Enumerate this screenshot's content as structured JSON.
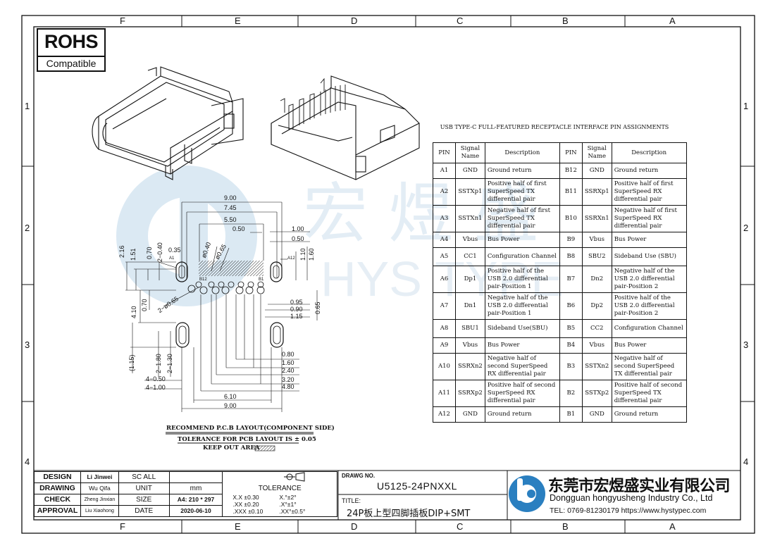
{
  "zones_top": [
    "F",
    "E",
    "D",
    "C",
    "B",
    "A"
  ],
  "zones_side": [
    "1",
    "2",
    "3",
    "4"
  ],
  "rohs": {
    "title": "ROHS",
    "subtitle": "Compatible"
  },
  "dimensions": {
    "d900": "9.00",
    "d745": "7.45",
    "d550": "5.50",
    "d050": "0.50",
    "d100": "1.00",
    "d050b": "0.50",
    "d035": "0.35",
    "d216": "2.16",
    "d151": "1.51",
    "d070": "0.70",
    "d2040": "2−0.40",
    "d040": "ø0.40",
    "d065": "ø0.65",
    "d110": "1.10",
    "d160": "1.60",
    "a1": "A1",
    "a12": "A12",
    "b12": "B12",
    "b1": "B1",
    "d410": "4.10",
    "d070b": "0.70",
    "d2065": "2−ø0.65",
    "d095": "0.95",
    "d090": "0.90",
    "d115": "1.15",
    "d065b": "0.65",
    "d115p": "(1.15)",
    "d2180": "2−1.80",
    "d2130": "2−1.30",
    "d4050": "4−0.50",
    "d4100": "4−1.00",
    "d080": "0.80",
    "d160b": "1.60",
    "d240": "2.40",
    "d320": "3.20",
    "d480": "4.80",
    "d610": "6.10",
    "d900b": "9.00"
  },
  "notes": {
    "line1": "RECOMMEND P.C.B LAYOUT(COMPONENT SIDE)",
    "line2": "TOLERANCE FOR PCB LAYOUT IS ± 0.05",
    "line3": "KEEP OUT AREA"
  },
  "pin_table": {
    "title": "USB TYPE-C FULL-FEATURED RECEPTACLE INTERFACE PIN ASSIGNMENTS",
    "headers": [
      "PIN",
      "Signal Name",
      "Description",
      "PIN",
      "Signal Name",
      "Description"
    ],
    "rows": [
      [
        "A1",
        "GND",
        "Ground return",
        "B12",
        "GND",
        "Ground return"
      ],
      [
        "A2",
        "SSTXp1",
        "Positive half of first SuperSpeed TX differential pair",
        "B11",
        "SSRXp1",
        "Positive half of first SuperSpeed RX differential pair"
      ],
      [
        "A3",
        "SSTXn1",
        "Negative half of first SuperSpeed TX differential pair",
        "B10",
        "SSRXn1",
        "Negative half of first SuperSpeed RX differential pair"
      ],
      [
        "A4",
        "Vbus",
        "Bus Power",
        "B9",
        "Vbus",
        "Bus Power"
      ],
      [
        "A5",
        "CC1",
        "Configuration Channel",
        "B8",
        "SBU2",
        "Sideband Use (SBU)"
      ],
      [
        "A6",
        "Dp1",
        "Positive half of the USB 2.0 differential pair-Position 1",
        "B7",
        "Dn2",
        "Negative half of the USB 2.0 differential pair-Position 2"
      ],
      [
        "A7",
        "Dn1",
        "Negative half of the USB 2.0 differential pair-Position 1",
        "B6",
        "Dp2",
        "Positive half of the USB 2.0 differential pair-Position 2"
      ],
      [
        "A8",
        "SBU1",
        "Sideband Use(SBU)",
        "B5",
        "CC2",
        "Configuration Channel"
      ],
      [
        "A9",
        "Vbus",
        "Bus Power",
        "B4",
        "Vbus",
        "Bus Power"
      ],
      [
        "A10",
        "SSRXn2",
        "Negative half of second SuperSpeed RX differential pair",
        "B3",
        "SSTXn2",
        "Negative half of second SuperSpeed TX differential pair"
      ],
      [
        "A11",
        "SSRXp2",
        "Positive half of second SuperSpeed RX differential pair",
        "B2",
        "SSTXp2",
        "Positive half of second SuperSpeed TX differential pair"
      ],
      [
        "A12",
        "GND",
        "Ground return",
        "B1",
        "GND",
        "Ground return"
      ]
    ]
  },
  "title_block": {
    "design_label": "DESIGN",
    "design_name": "Li Jinwei",
    "scale_label": "SC ALL",
    "drawing_label": "DRAWING",
    "drawing_name": "Wu Qifa",
    "unit_label": "UNIT",
    "unit_value": "mm",
    "check_label": "CHECK",
    "check_name": "Zheng Jinxian",
    "size_label": "SIZE",
    "size_value": "A4: 210 * 297",
    "approval_label": "APPROVAL",
    "approval_name": "Liu Xiaohong",
    "date_label": "DATE",
    "date_value": "2020-06-10",
    "tolerance_label": "TOLERANCE",
    "tol_rows": [
      [
        "X.X  ±0.30",
        "X.°±2°"
      ],
      [
        ".XX  ±0.20",
        ".X°±1°"
      ],
      [
        ".XXX  ±0.10",
        ".XX°±0.5°"
      ]
    ],
    "drawing_no_label": "DRAWG NO.",
    "drawing_no": "U5125-24PNXXL",
    "title_label": "TITLE:",
    "title": "24P板上型四脚插板DIP+SMT",
    "company_cn": "东莞市宏煜盛实业有限公司",
    "company_en": "Dongguan hongyusheng Industry Co., Ltd",
    "company_tel": "TEL: 0769-81230179  https://www.hystypec.com"
  },
  "colors": {
    "line": "#111111",
    "watermark": "#dbe9f3",
    "logo_blue": "#2a7fc0"
  }
}
